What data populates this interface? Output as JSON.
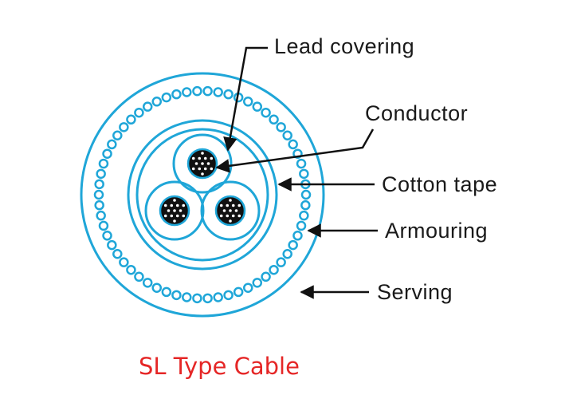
{
  "diagram": {
    "caption": "SL Type Cable",
    "labels": {
      "lead_covering": "Lead covering",
      "conductor": "Conductor",
      "cotton_tape": "Cotton tape",
      "armouring": "Armouring",
      "serving": "Serving"
    },
    "colors": {
      "cable": "#1fa6d8",
      "core": "#111111",
      "strand": "#ffffff",
      "leader": "#111111",
      "caption": "#e52626"
    }
  }
}
